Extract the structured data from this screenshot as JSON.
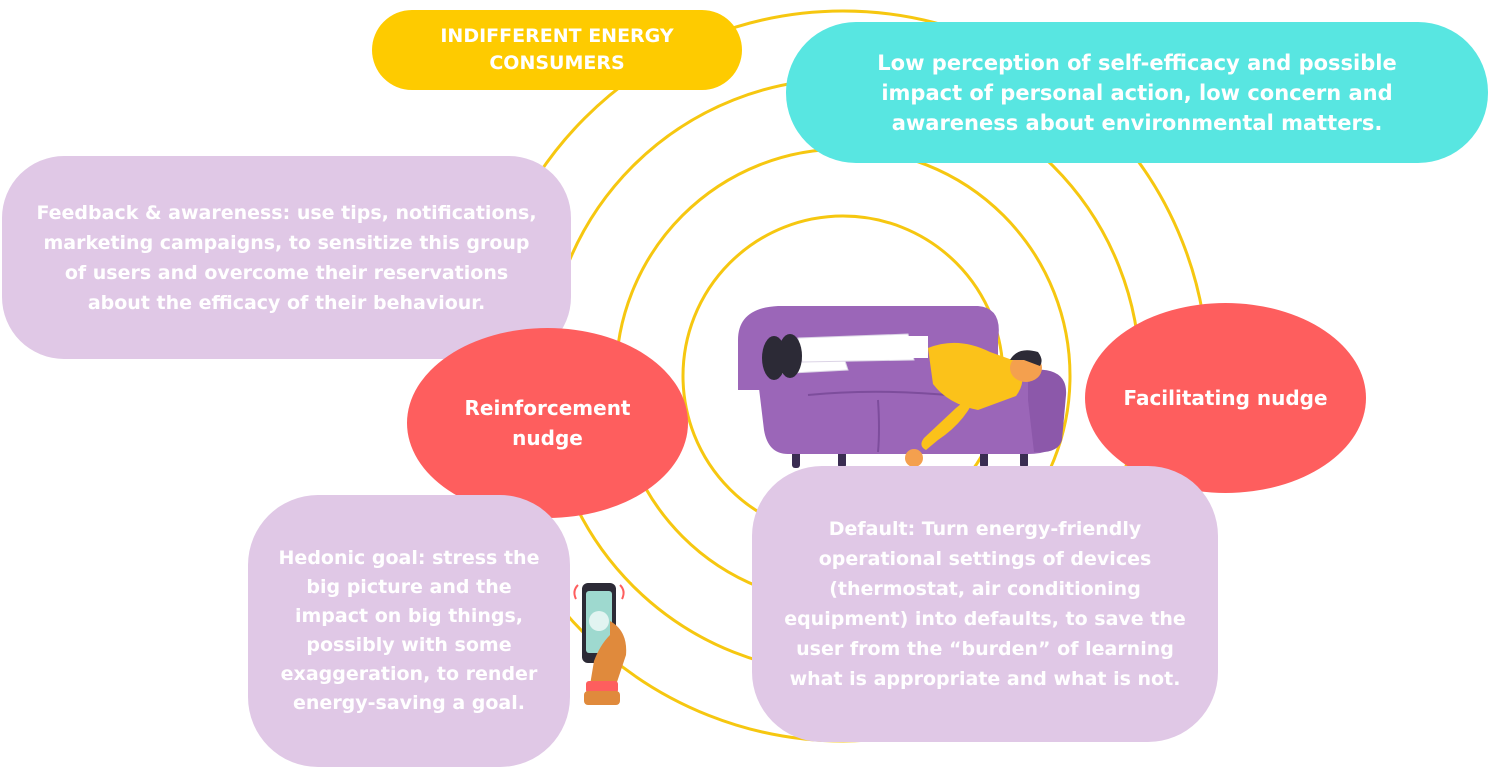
{
  "colors": {
    "ring": "#f6c710",
    "title_pill": "#fecb00",
    "cyan": "#58e6e1",
    "lilac": "#e0c8e6",
    "red": "#fe5e5e",
    "sofa": "#9b66b8",
    "shirt": "#fbc21a",
    "skin": "#f4a04e"
  },
  "title": "INDIFFERENT ENERGY CONSUMERS",
  "description": "Low perception of self-efficacy and possible impact of personal action, low concern and awareness about environmental matters.",
  "nudges": {
    "reinforcement": "Reinforcement nudge",
    "facilitating": "Facilitating nudge"
  },
  "strategies": {
    "feedback": "Feedback & awareness: use tips, notifications, marketing campaigns, to sensitize this group of users and overcome their reservations about the efficacy of their behaviour.",
    "hedonic": "Hedonic goal: stress the big picture and the impact on big things, possibly with some exaggeration, to render energy-saving a goal.",
    "default": "Default: Turn energy-friendly operational settings of devices (thermostat, air conditioning equipment) into defaults, to save the user from the “burden” of learning what is appropriate and what is not."
  },
  "illustrations": {
    "sofa": "person-on-sofa-illustration",
    "phone": "hand-holding-phone-icon"
  }
}
